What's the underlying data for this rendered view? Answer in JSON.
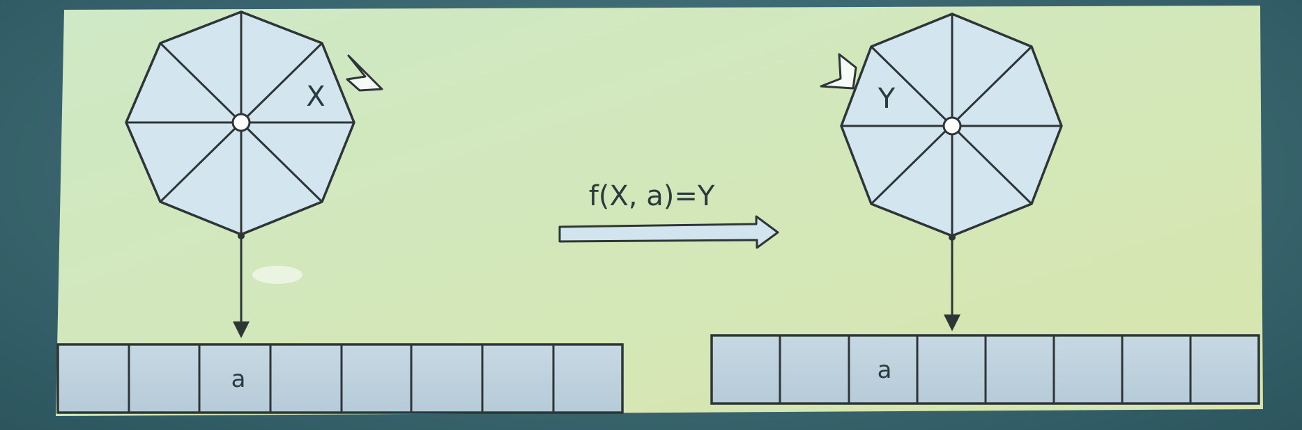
{
  "diagram": {
    "left_machine": {
      "state_label": "X",
      "tape": [
        "",
        "",
        "a",
        "",
        "",
        "",
        "",
        ""
      ]
    },
    "transition": {
      "label": "f(X, a)=Y"
    },
    "right_machine": {
      "state_label": "Y",
      "tape": [
        "",
        "",
        "a",
        "",
        "",
        "",
        "",
        ""
      ]
    }
  }
}
